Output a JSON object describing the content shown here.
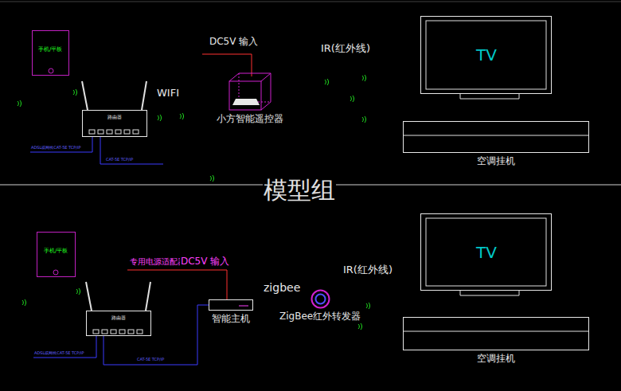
{
  "diagram": {
    "nodes": [
      {
        "text": [
          "手机/平板"
        ]
      },
      {
        "text": [
          "路由器"
        ]
      },
      {
        "text": [
          "小方智能遥控器"
        ]
      },
      {
        "text": [
          "TV"
        ]
      },
      {
        "text": [
          "空调挂机"
        ]
      },
      {
        "text": [
          "手机/平板"
        ]
      },
      {
        "text": [
          "路由器"
        ]
      },
      {
        "text": [
          "智能主机"
        ]
      },
      {
        "text": [
          "ZigBee红外转发器"
        ]
      },
      {
        "text": [
          "TV"
        ]
      },
      {
        "text": [
          "空调挂机"
        ]
      }
    ],
    "edges": [
      {
        "from": 6,
        "to": 7,
        "arrow": "none",
        "label": "CAT-5E TCP/IP"
      }
    ],
    "labels": [
      "WIFI",
      "DC5V 输入",
      "IR(红外线)",
      "ADSL或网线CAT-5E TCP/IP",
      "CAT-5E TCP/IP",
      "模型组",
      "专用电源适配器",
      "DC5V 输入",
      "zigbee",
      "IR(红外线)",
      "ADSL或网线CAT-5E TCP/IP"
    ]
  }
}
